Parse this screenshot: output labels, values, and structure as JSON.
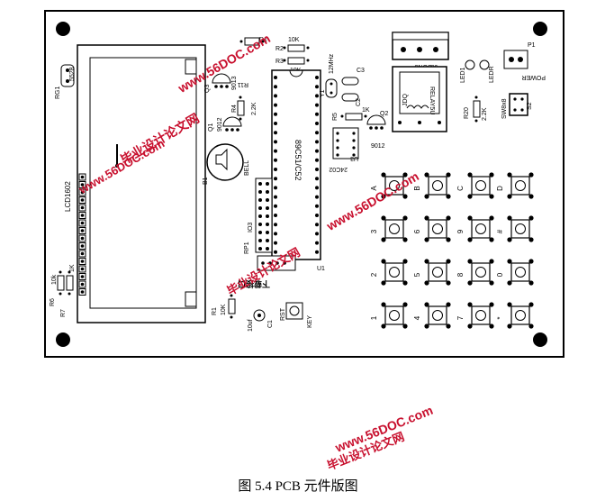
{
  "caption": "图 5.4 PCB 元件版图",
  "labels": {
    "lcd": "LCD1602",
    "rg1": "RG1",
    "rg1_val": "5528",
    "r6": "R6",
    "r6_val": "10k",
    "r7": "R7",
    "r7_val": "1K",
    "r1": "R1",
    "r1_val": "10K",
    "c1": "C1",
    "c1_val": "10uf",
    "rst": "RST",
    "key": "KEY",
    "rp1": "RP1",
    "io3": "IO3",
    "b1": "B1",
    "bell": "BELL",
    "q1": "Q1",
    "q1_val": "9012",
    "q3": "Q3",
    "q3_val": "9013",
    "r4": "R4",
    "r4_val": "2.2K",
    "d1": "D1",
    "r2": "R2",
    "r2_val": "10K",
    "r3": "R3",
    "r3_val": "10K",
    "r11": "R11",
    "mcu": "89C51/C52",
    "u1": "U1",
    "y1": "Y1",
    "crystal": "12MHz",
    "c2": "C2",
    "c3": "C3",
    "r5": "R5",
    "r5_val": "1K",
    "q2": "Q2",
    "q2_val": "9012",
    "u3": "U3",
    "ic_24c02": "24C02",
    "con3": "CON3",
    "j3": "J3",
    "jdq": "JDQ",
    "relay": "RELAY5U",
    "led1": "LED1",
    "ledr": "LEDR",
    "p1": "P1",
    "power": "POWER",
    "r20": "R20",
    "r20_val": "2.2K",
    "sw8x8": "SW8x8",
    "s2": "S2",
    "board_text": "下载接口"
  },
  "keypad_labels": [
    "A",
    "B",
    "C",
    "D",
    "3",
    "6",
    "9",
    "#",
    "2",
    "5",
    "8",
    "0",
    "1",
    "4",
    "7",
    "*"
  ],
  "watermarks": [
    "www.56DOC.com",
    "毕业设计论文网",
    "www.56DOC.com",
    "毕业设计论文网",
    "www.56DOC.com",
    "www.56DOC.com",
    "毕业设计论文网"
  ]
}
